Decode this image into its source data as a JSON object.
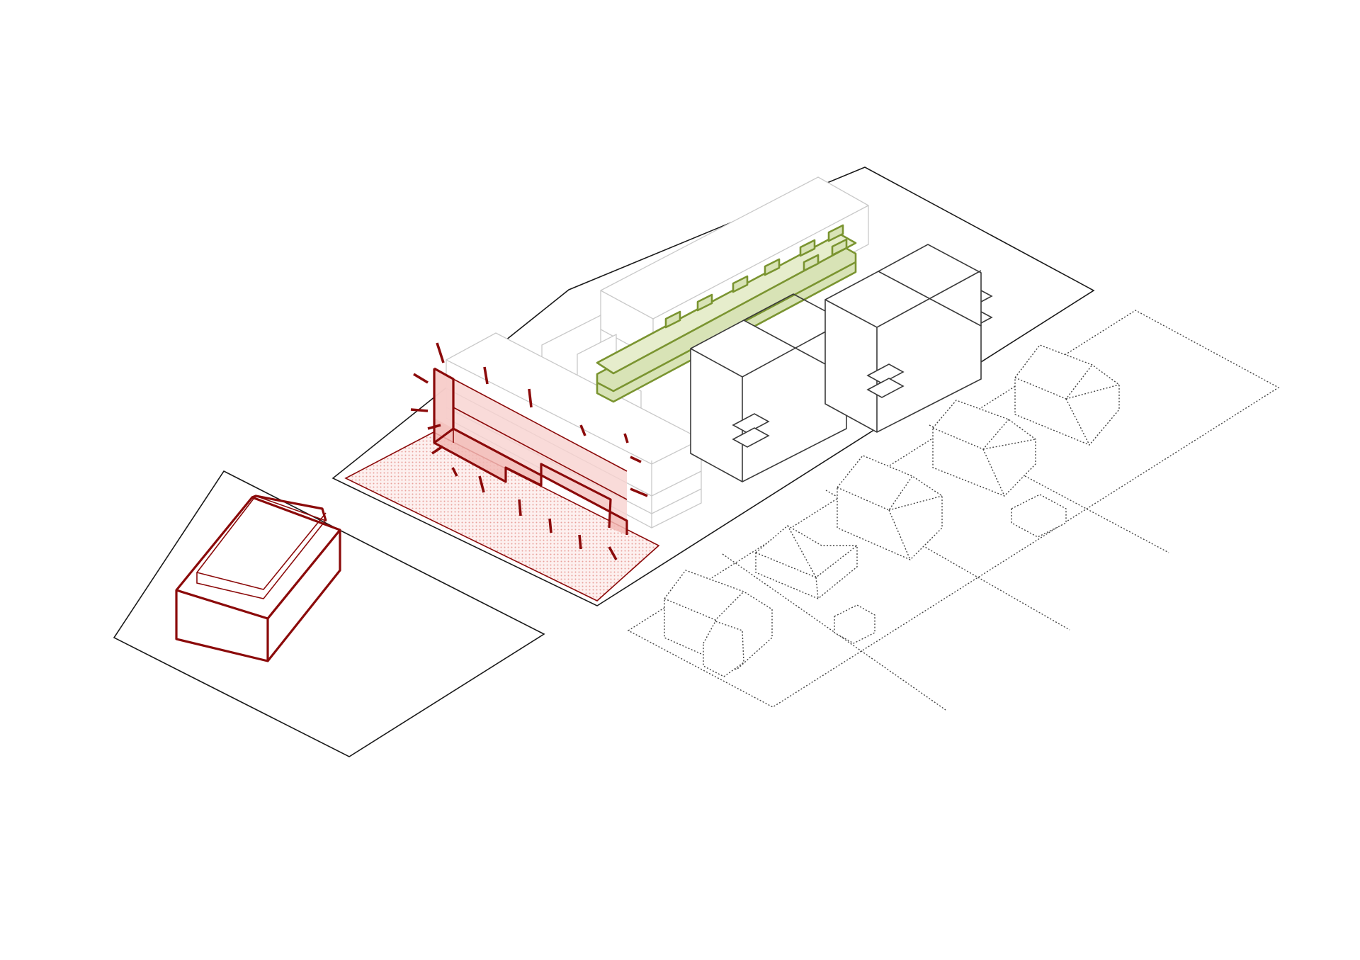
{
  "colors": {
    "background": "#ffffff",
    "site_outline": "#1a1a1a",
    "proposed_ghost": "#c9c9c9",
    "highlight_red": "#8b0a0a",
    "highlight_red_fill": "#f2b8b4",
    "plaza_dot": "#e8a09a",
    "walkway_green": "#7a9430",
    "walkway_green_fill": "#d8e3b6",
    "context_dotted": "#444444"
  },
  "layers": [
    {
      "id": "existing-building-left",
      "style": "red-outline"
    },
    {
      "id": "proposed-block-with-active-frontage",
      "style": "red-fill"
    },
    {
      "id": "public-plaza",
      "style": "red-dot-pattern"
    },
    {
      "id": "activity-ticks",
      "style": "red-strokes"
    },
    {
      "id": "elevated-walkways",
      "style": "green-fill"
    },
    {
      "id": "proposed-residential-blocks",
      "style": "black-outline"
    },
    {
      "id": "neighbouring-houses",
      "style": "dotted-outline"
    }
  ]
}
